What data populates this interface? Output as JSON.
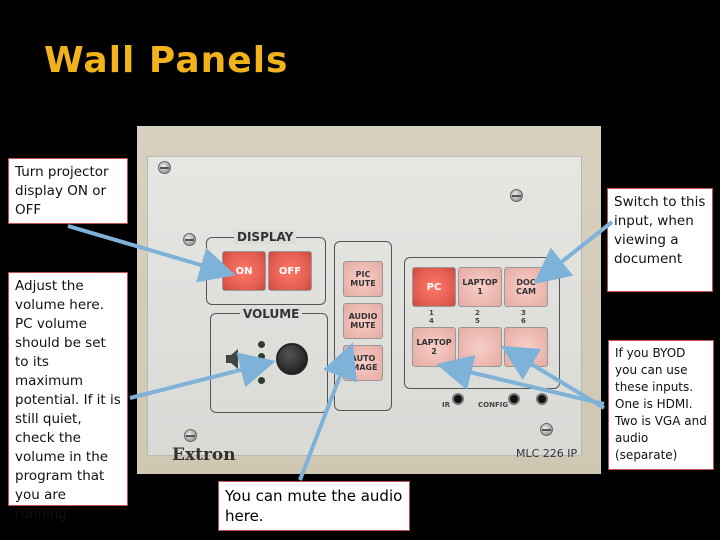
{
  "title": "Wall Panels",
  "callouts": {
    "projector": "Turn projector display ON or OFF",
    "volume": "Adjust the volume here. PC volume should be set to its maximum potential. If it is still quiet, check the volume in the program that you are running.",
    "mute": "You can mute the audio here.",
    "switch": "Switch to this input, when viewing a document",
    "byod": "If you BYOD you can use these inputs. One is HDMI. Two is VGA and audio (separate)"
  },
  "panel": {
    "display_label": "DISPLAY",
    "on": "ON",
    "off": "OFF",
    "pic_mute": "PIC MUTE",
    "audio_mute": "AUDIO MUTE",
    "auto_image": "AUTO IMAGE",
    "volume_label": "VOLUME",
    "pc": "PC",
    "laptop1": "LAPTOP 1",
    "doc_cam": "DOC CAM",
    "laptop2": "LAPTOP 2",
    "n1": "1",
    "n2": "2",
    "n3": "3",
    "n4": "4",
    "n5": "5",
    "n6": "6",
    "ir": "IR",
    "config": "CONFIG",
    "brand": "Extron",
    "model": "MLC 226 IP"
  },
  "colors": {
    "title": "#f2b21b",
    "arrow": "#7fb2d8",
    "callout_border": "#c0504d"
  }
}
